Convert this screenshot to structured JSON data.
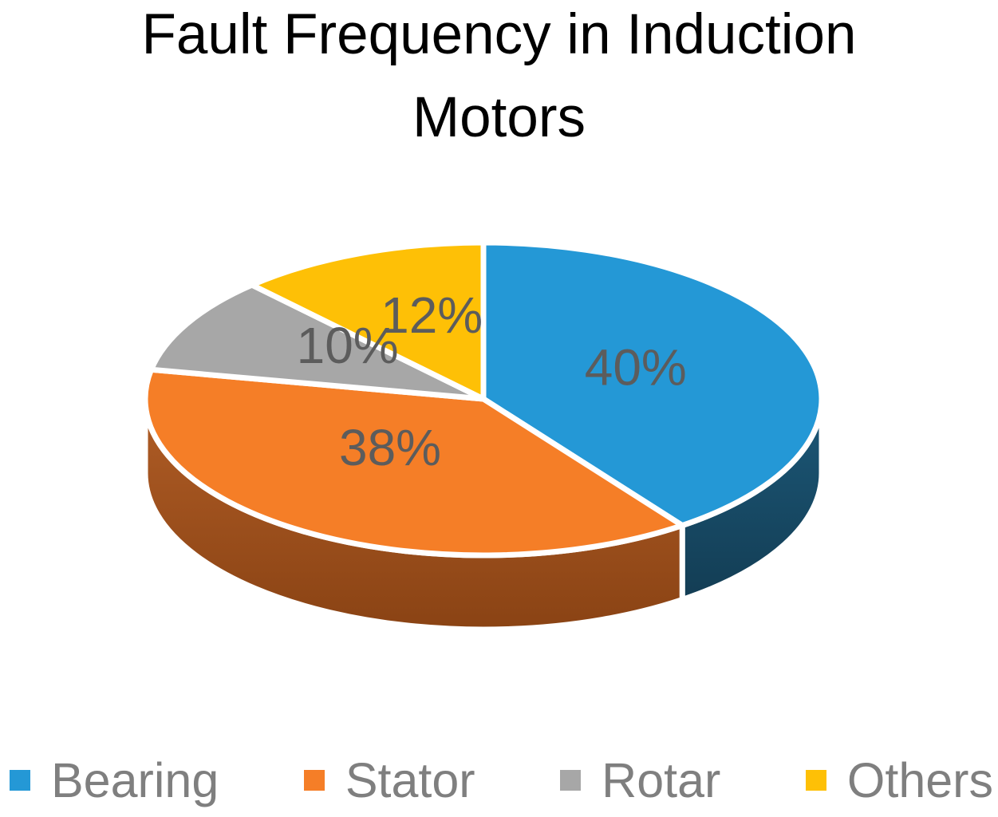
{
  "chart_data": {
    "type": "pie",
    "style": "3d-pie",
    "title": "Fault Frequency in Induction Motors",
    "categories": [
      "Bearing",
      "Stator",
      "Rotar",
      "Others"
    ],
    "values": [
      40,
      38,
      10,
      12
    ],
    "labels": [
      "40%",
      "38%",
      "10%",
      "12%"
    ],
    "slice_colors": [
      "#2498D6",
      "#F57E27",
      "#A7A7A7",
      "#FEC006"
    ],
    "side_colors_dark": [
      "#133D54",
      "#8A4314"
    ],
    "side_colors_light": [
      "#1C5878",
      "#B05D26"
    ],
    "label_color": "#5C5C5C",
    "legend_text_color": "#7F7F7F",
    "background_color": "#FFFFFF",
    "slice_border_color": "#FFFFFF",
    "start_angle": "top",
    "direction": "clockwise",
    "legend_position": "bottom"
  }
}
